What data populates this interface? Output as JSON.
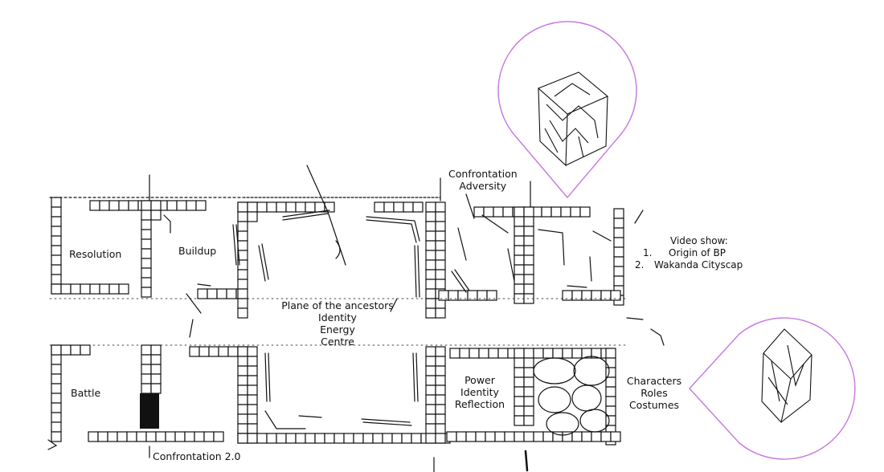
{
  "rooms": {
    "resolution": "Resolution",
    "buildup": "Buildup",
    "battle": "Battle",
    "confrontation_2": "Confrontation 2.0",
    "confrontation_adversity": [
      "Confrontation",
      "Adversity"
    ],
    "plane_of_ancestors": [
      "Plane of the ancestors",
      "Identity",
      "Energy",
      "Centre"
    ],
    "power_identity_reflection": [
      "Power",
      "Identity",
      "Reflection"
    ],
    "characters_roles_costumes": [
      "Characters",
      "Roles",
      "Costumes"
    ]
  },
  "video_show": {
    "title": "Video show:",
    "items": [
      {
        "num": "1.",
        "text": "Origin of BP"
      },
      {
        "num": "2.",
        "text": "Wakanda Cityscap"
      }
    ]
  },
  "colors": {
    "ink": "#111111",
    "callout_outline": "#c77ee0"
  },
  "icons": {
    "callout_top": "cube-sketch-icon",
    "callout_right": "cube-sketch-icon"
  }
}
